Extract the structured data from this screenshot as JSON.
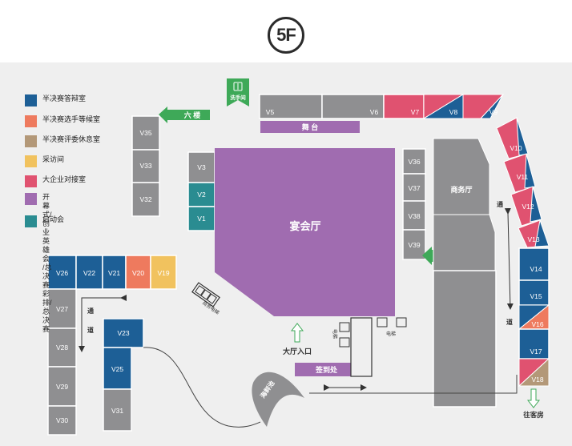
{
  "floor": "5F",
  "legend": [
    {
      "label": "半决赛答辩室",
      "color": "#1d5f96"
    },
    {
      "label": "半决赛选手等候室",
      "color": "#ee7a5e"
    },
    {
      "label": "半决赛评委休息室",
      "color": "#b39878"
    },
    {
      "label": "采访间",
      "color": "#f1c25e"
    },
    {
      "label": "大企业对接室",
      "color": "#e05270"
    },
    {
      "label": "开幕式/创业英雄会\n/总决赛彩排/总决赛",
      "color": "#a06cb0"
    },
    {
      "label": "启动会",
      "color": "#2a8c91"
    }
  ],
  "colors": {
    "gray": "#8f8f91",
    "blue": "#1d5f96",
    "salmon": "#ee7a5e",
    "tan": "#b39878",
    "yellow": "#f1c25e",
    "pink": "#e05270",
    "purple": "#a06cb0",
    "teal": "#2a8c91",
    "green": "#3ea958",
    "background": "#efefef"
  },
  "rooms": {
    "v1": "V1",
    "v2": "V2",
    "v3": "V3",
    "v5": "V5",
    "v6": "V6",
    "v7": "V7",
    "v8": "V8",
    "v9": "V9",
    "v10": "V10",
    "v11": "V11",
    "v12": "V12",
    "v13": "V13",
    "v14": "V14",
    "v15": "V15",
    "v16": "V16",
    "v17": "V17",
    "v18": "V18",
    "v19": "V19",
    "v20": "V20",
    "v21": "V21",
    "v22": "V22",
    "v23": "V23",
    "v25": "V25",
    "v26": "V26",
    "v27": "V27",
    "v28": "V28",
    "v29": "V29",
    "v30": "V30",
    "v31": "V31",
    "v32": "V32",
    "v33": "V33",
    "v35": "V35",
    "v36": "V36",
    "v37": "V37",
    "v38": "V38",
    "v39": "V39"
  },
  "labels": {
    "banquet_hall": "宴会厅",
    "stage": "舞 台",
    "business_hall": "商务厅",
    "sixth_floor_left": "六 楼",
    "sixth_floor_right": "六 楼",
    "restroom": "洗手间",
    "hall_entrance": "大厅入口",
    "checkin": "签到处",
    "seafood_pool": "海鲜池",
    "business_elevator": "商务电梯",
    "elevator_left": "电梯",
    "elevator_right": "电梯",
    "corridor_left_a": "通",
    "corridor_left_b": "道",
    "corridor_right_a": "通",
    "corridor_right_b": "道",
    "to_guest_rooms": "往客房"
  }
}
